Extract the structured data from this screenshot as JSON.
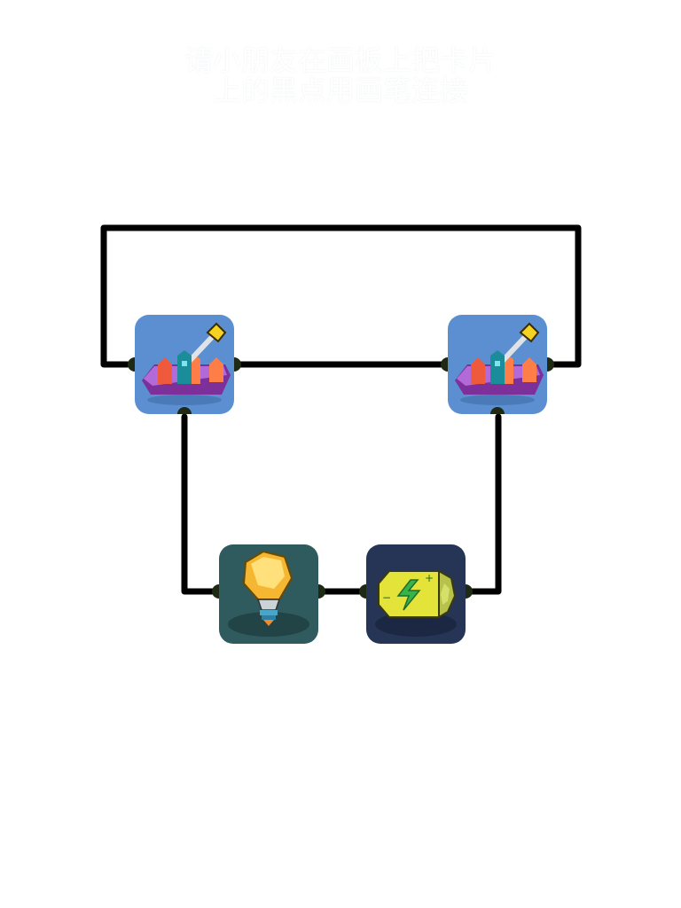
{
  "instruction": {
    "line1": "请小朋友在画板上把卡片",
    "line2": "上的黑点用画笔连接"
  },
  "cards": [
    {
      "id": "switch-left",
      "icon": "switch-icon",
      "bg": "#5b8fd1"
    },
    {
      "id": "switch-right",
      "icon": "switch-icon",
      "bg": "#5b8fd1"
    },
    {
      "id": "bulb",
      "icon": "light-bulb-icon",
      "bg": "#2f5a5e"
    },
    {
      "id": "battery",
      "icon": "battery-icon",
      "bg": "#263555"
    }
  ],
  "colors": {
    "wire": "#000000",
    "connector_dot": "#1f2a14"
  }
}
